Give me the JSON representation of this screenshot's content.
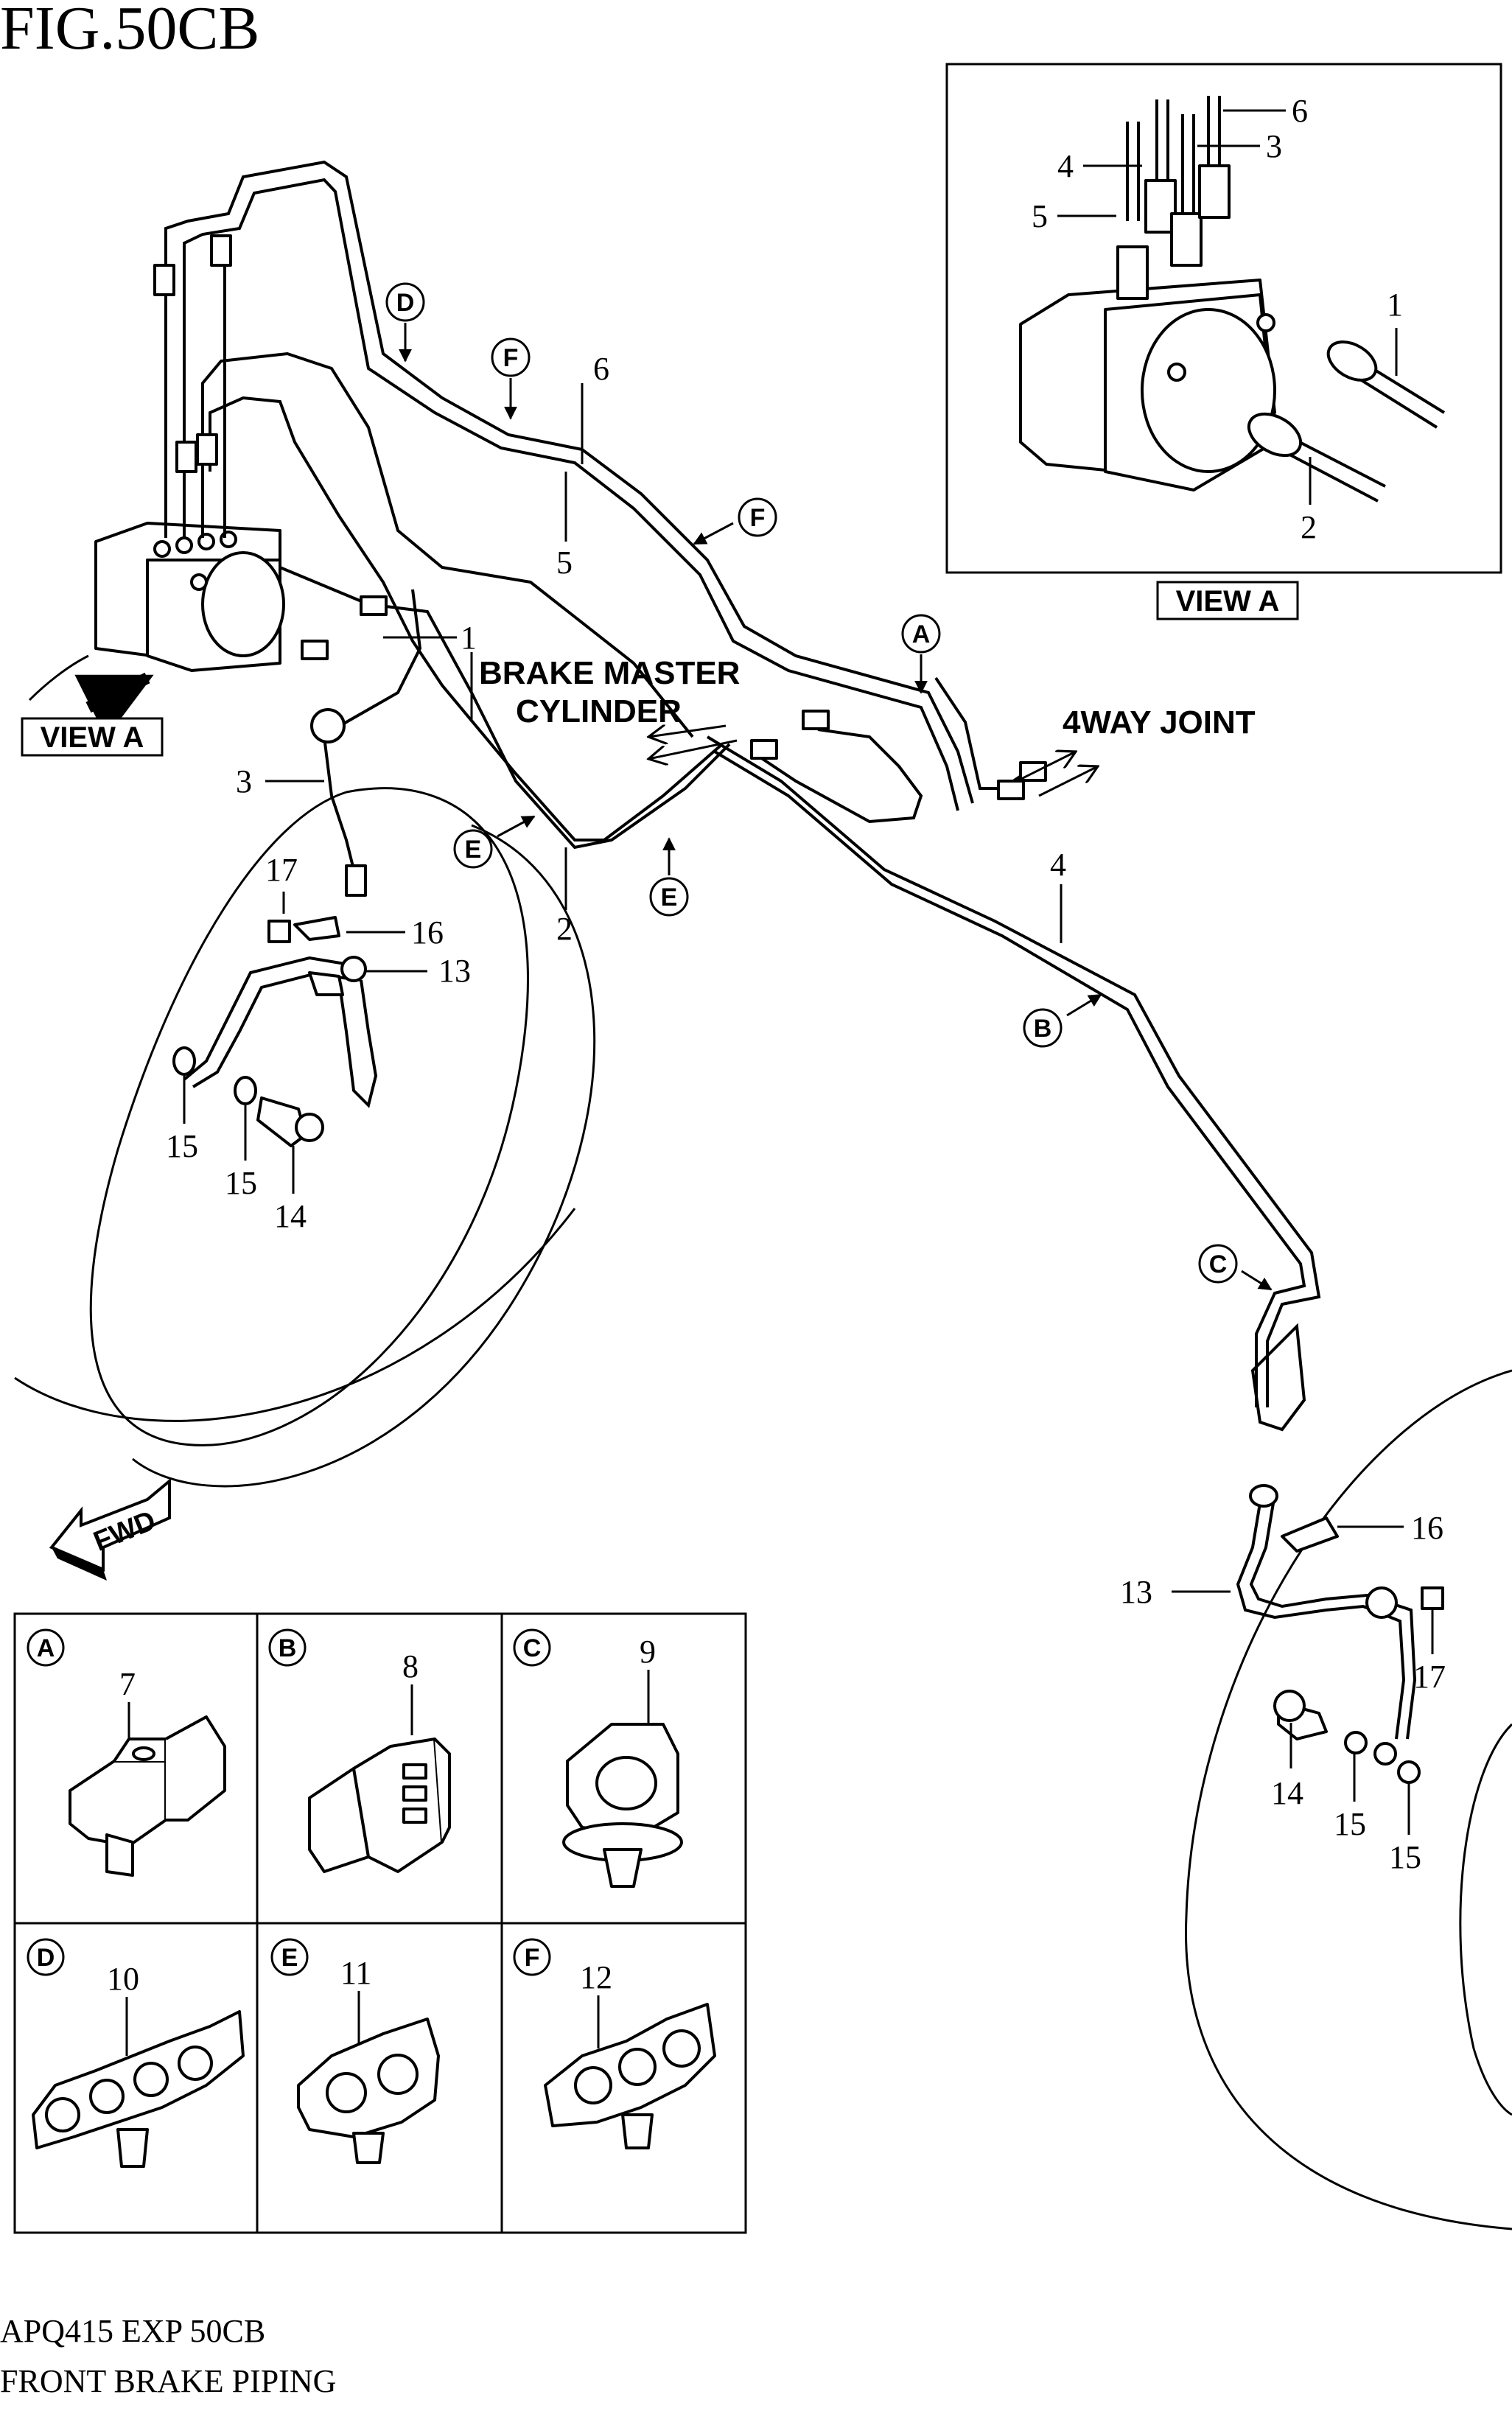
{
  "figure": {
    "title": "FIG.50CB",
    "footer_code": "APQ415 EXP 50CB",
    "footer_name": "FRONT BRAKE PIPING"
  },
  "labels": {
    "brake_master_line1": "BRAKE MASTER",
    "brake_master_line2": "CYLINDER",
    "four_way_joint": "4WAY JOINT",
    "view_a": "VIEW A",
    "view_a_inset": "VIEW A",
    "fwd": "FWD"
  },
  "clamp_markers": {
    "A": "A",
    "B": "B",
    "C": "C",
    "D": "D",
    "E": "E",
    "F": "F"
  },
  "part_numbers": {
    "n1": "1",
    "n2": "2",
    "n3": "3",
    "n4": "4",
    "n5": "5",
    "n6": "6",
    "n7": "7",
    "n8": "8",
    "n9": "9",
    "n10": "10",
    "n11": "11",
    "n12": "12",
    "n13": "13",
    "n14": "14",
    "n15": "15",
    "n16": "16",
    "n17": "17"
  },
  "detail_cells": [
    {
      "letter": "A",
      "part": "7"
    },
    {
      "letter": "B",
      "part": "8"
    },
    {
      "letter": "C",
      "part": "9"
    },
    {
      "letter": "D",
      "part": "10"
    },
    {
      "letter": "E",
      "part": "11"
    },
    {
      "letter": "F",
      "part": "12"
    }
  ]
}
